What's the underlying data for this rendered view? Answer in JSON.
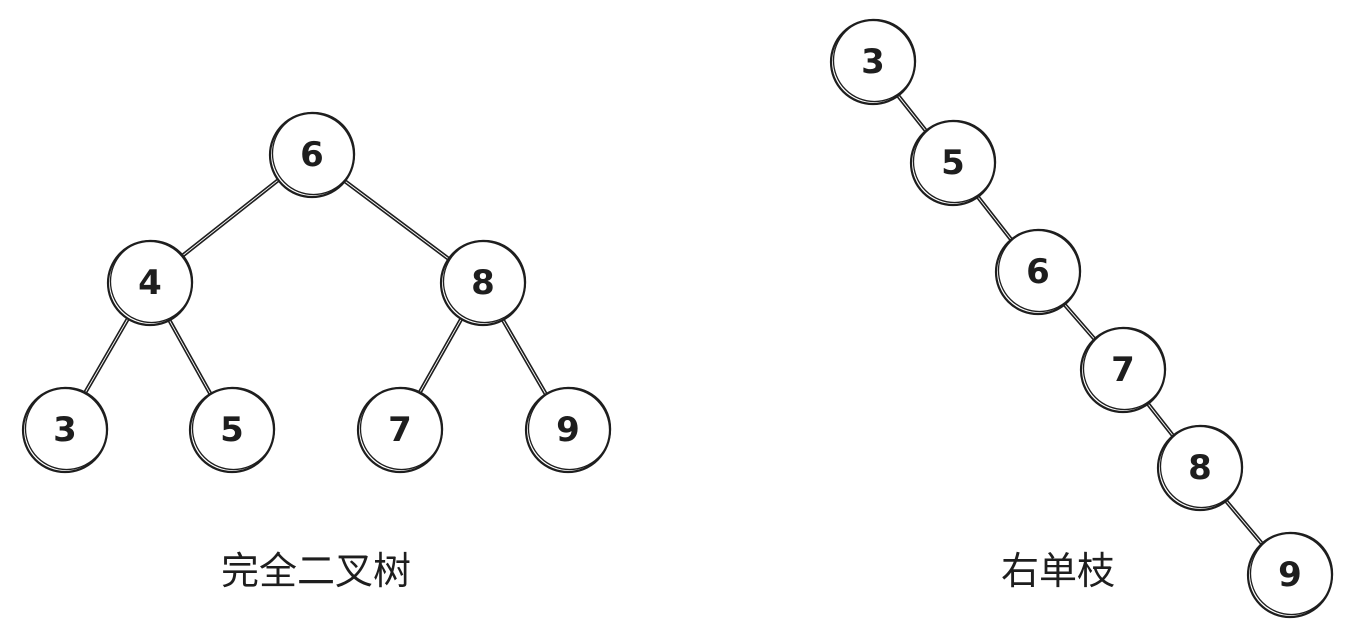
{
  "diagrams": [
    {
      "caption": "完全二叉树",
      "nodes": [
        {
          "id": "a6",
          "label": "6"
        },
        {
          "id": "a4",
          "label": "4"
        },
        {
          "id": "a8",
          "label": "8"
        },
        {
          "id": "a3",
          "label": "3"
        },
        {
          "id": "a5",
          "label": "5"
        },
        {
          "id": "a7",
          "label": "7"
        },
        {
          "id": "a9",
          "label": "9"
        }
      ],
      "edges": [
        [
          "a6",
          "a4"
        ],
        [
          "a6",
          "a8"
        ],
        [
          "a4",
          "a3"
        ],
        [
          "a4",
          "a5"
        ],
        [
          "a8",
          "a7"
        ],
        [
          "a8",
          "a9"
        ]
      ]
    },
    {
      "caption": "右单枝",
      "nodes": [
        {
          "id": "b3",
          "label": "3"
        },
        {
          "id": "b5",
          "label": "5"
        },
        {
          "id": "b6",
          "label": "6"
        },
        {
          "id": "b7",
          "label": "7"
        },
        {
          "id": "b8",
          "label": "8"
        },
        {
          "id": "b9",
          "label": "9"
        }
      ],
      "edges": [
        [
          "b3",
          "b5"
        ],
        [
          "b5",
          "b6"
        ],
        [
          "b6",
          "b7"
        ],
        [
          "b7",
          "b8"
        ],
        [
          "b8",
          "b9"
        ]
      ]
    }
  ]
}
